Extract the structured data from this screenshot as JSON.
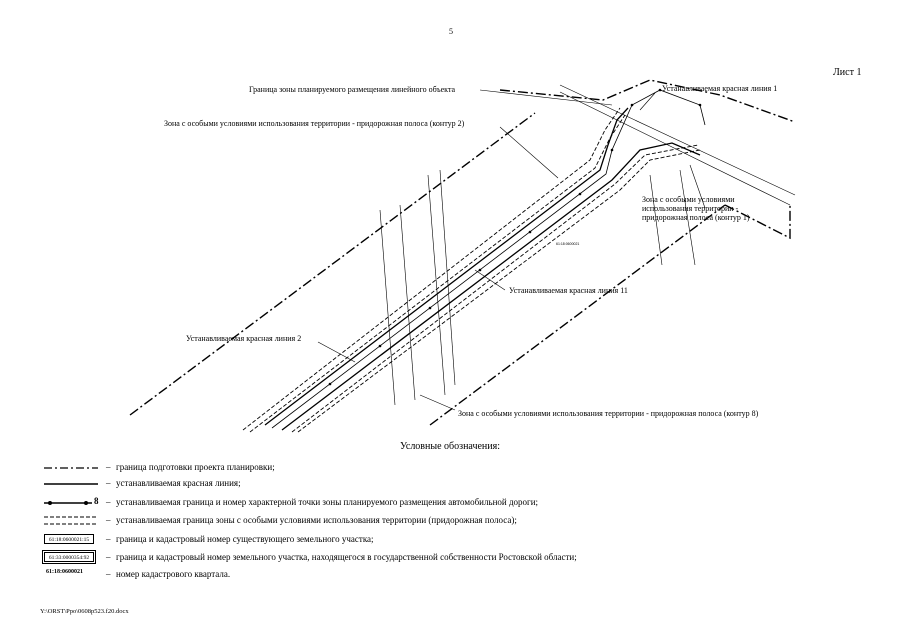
{
  "page": {
    "page_number": "5",
    "sheet_label": "Лист 1",
    "footer_path": "Y:\\ORST\\Ppo\\0608p523.f20.docx"
  },
  "map": {
    "labels": {
      "zone_boundary": "Граница зоны планируемого размещения линейного объекта",
      "red_line_1": "Устанавливаемая красная линия 1",
      "special_zone_contour_2": "Зона с особыми условиями использования территории - придорожная полоса (контур 2)",
      "special_zone_contour_1_l1": "Зона с особыми условиями",
      "special_zone_contour_1_l2": "использования территории -",
      "special_zone_contour_1_l3": "придорожная полоса (контур 1)",
      "red_line_11": "Устанавливаемая красная линия 11",
      "red_line_2": "Устанавливаемая красная линия 2",
      "special_zone_contour_8": "Зона с особыми условиями использования территории - придорожная полоса (контур 8)",
      "quarter_number": "61:18:0600021"
    }
  },
  "legend": {
    "title": "Условные обозначения:",
    "items": [
      {
        "symbol": "dash-dot-line",
        "text": "граница подготовки проекта планировки;"
      },
      {
        "symbol": "solid-line",
        "text": "устанавливаемая красная линия;"
      },
      {
        "symbol": "point-line",
        "point_number": "8",
        "text": "устанавливаемая граница и номер характерной точки зоны планируемого размещения автомобильной дороги;"
      },
      {
        "symbol": "double-dashed",
        "text": "устанавливаемая граница зоны с особыми условиями использования территории (придорожная полоса);"
      },
      {
        "symbol": "box",
        "box_text": "61:18:0600021:15",
        "text": "граница и кадастровый номер существующего земельного участка;"
      },
      {
        "symbol": "double-box",
        "box_text": "61:33:0000354:92",
        "text": "граница и кадастровый номер земельного участка, находящегося в государственной собственности Ростовской области;"
      },
      {
        "symbol": "bold-number",
        "box_text": "61:18:0600021",
        "text": "номер кадастрового квартала."
      }
    ]
  }
}
